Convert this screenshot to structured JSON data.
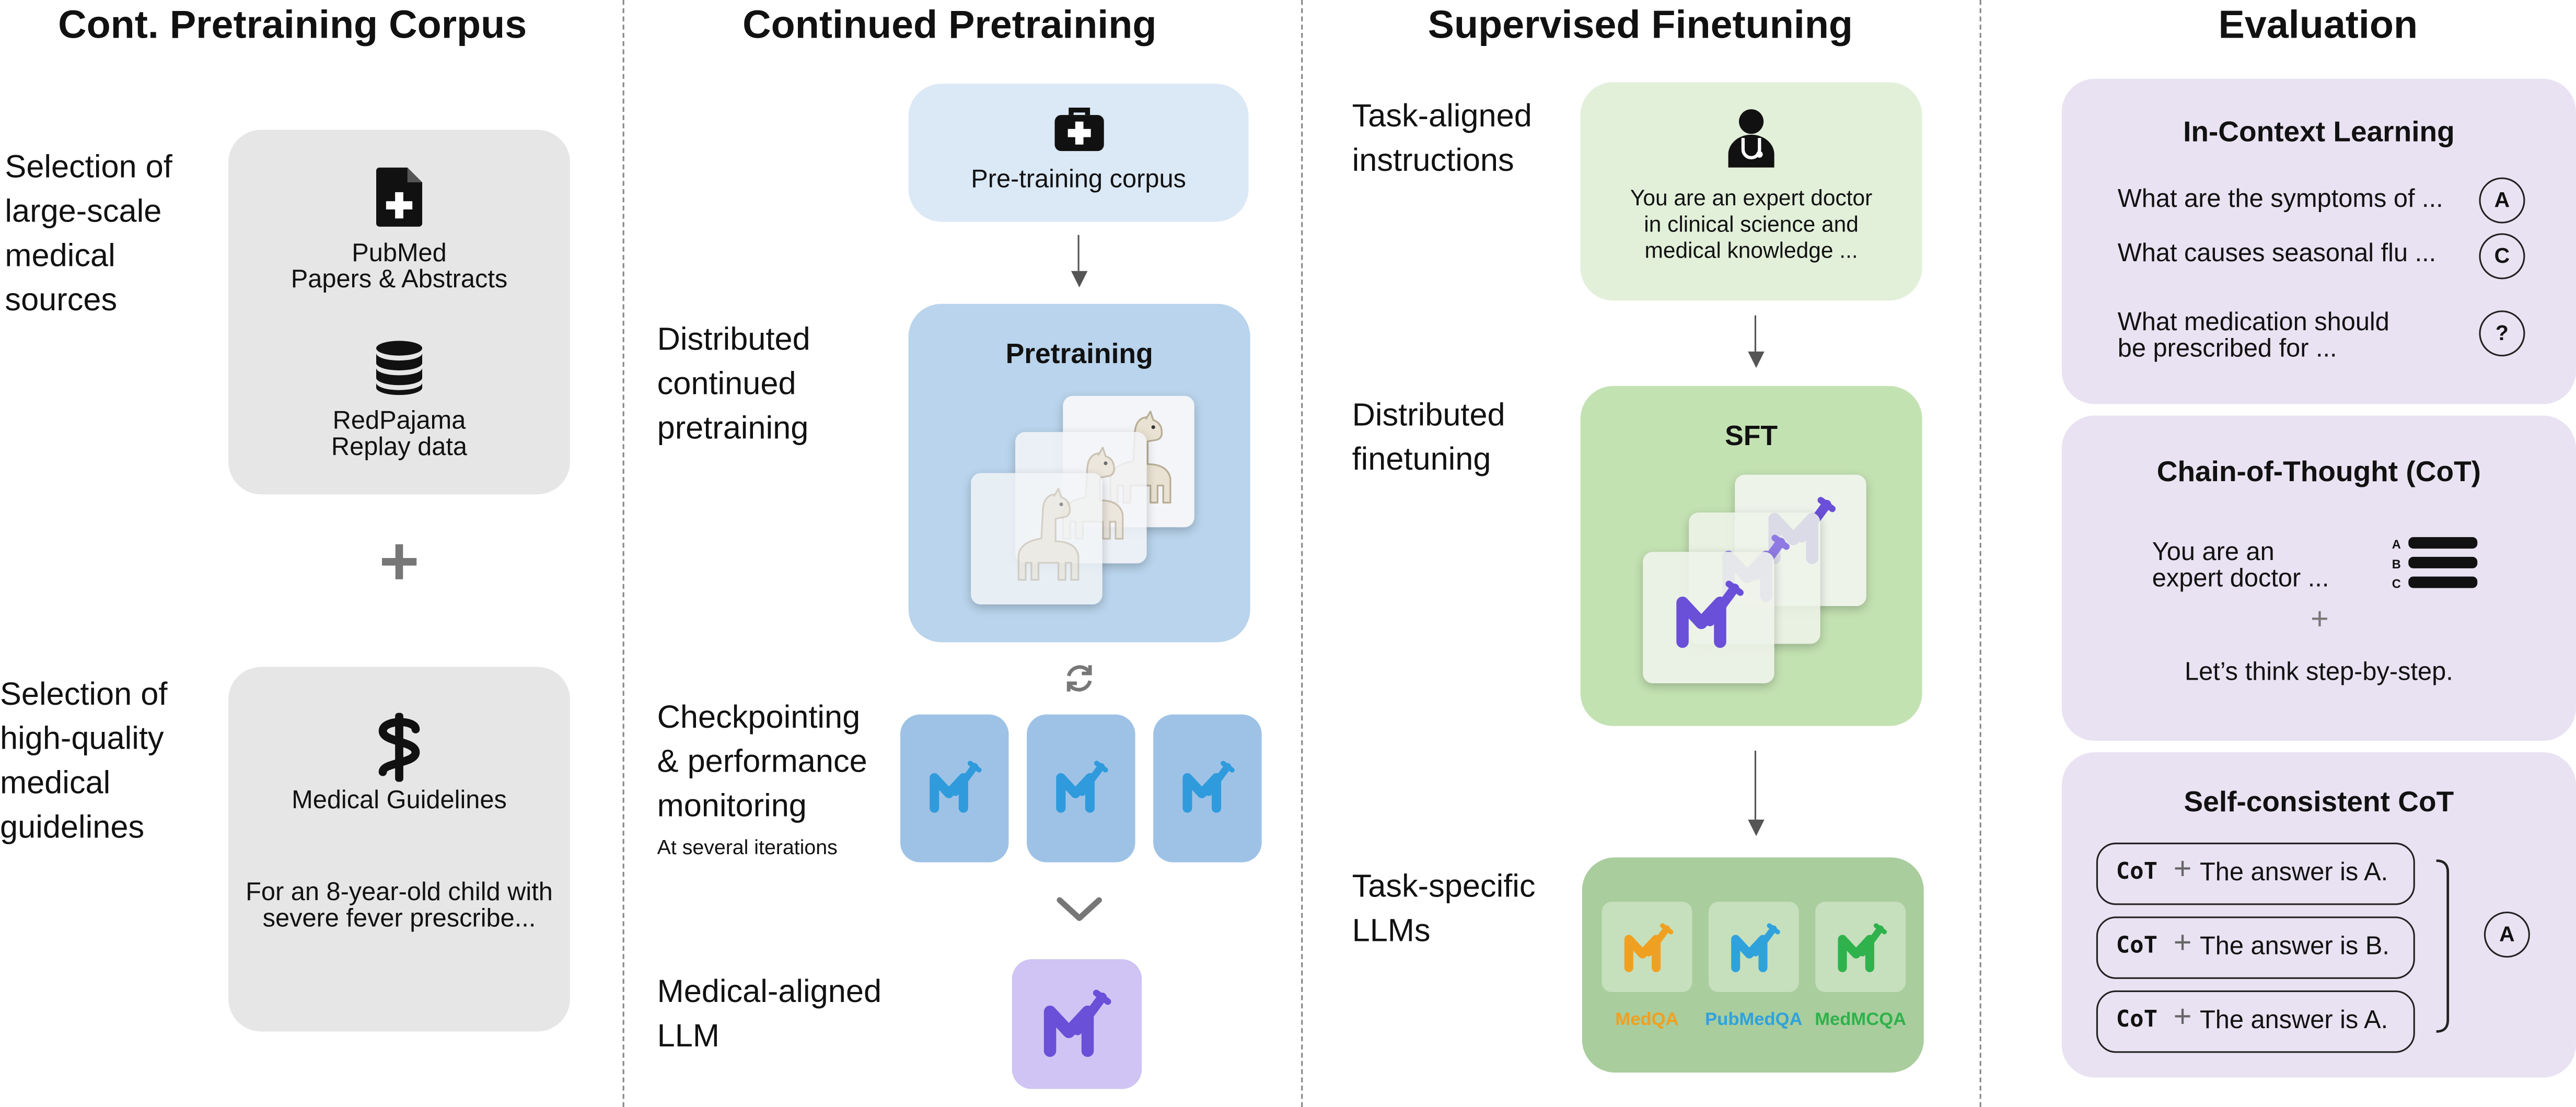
{
  "columns": {
    "corpus": {
      "title": "Cont. Pretraining Corpus",
      "section1_label": [
        "Selection of",
        "large-scale",
        "medical",
        "sources"
      ],
      "pubmed": [
        "PubMed",
        "Papers & Abstracts"
      ],
      "redpajama": [
        "RedPajama",
        "Replay data"
      ],
      "plus": "+",
      "section2_label": [
        "Selection of",
        "high-quality",
        "medical",
        "guidelines"
      ],
      "guidelines_title": "Medical Guidelines",
      "guidelines_example": [
        "For an 8-year-old child with",
        "severe fever prescribe..."
      ]
    },
    "pretraining": {
      "title": "Continued Pretraining",
      "corpus_box": "Pre-training corpus",
      "label1": [
        "Distributed",
        "continued",
        "pretraining"
      ],
      "box_title": "Pretraining",
      "label2": [
        "Checkpointing",
        "& performance",
        "monitoring"
      ],
      "label2_note": "At several iterations",
      "label3": [
        "Medical-aligned",
        "LLM"
      ]
    },
    "sft": {
      "title": "Supervised Finetuning",
      "label1": [
        "Task-aligned",
        "instructions"
      ],
      "instruction": [
        "You are an expert doctor",
        "in clinical science and",
        "medical knowledge ..."
      ],
      "label2": [
        "Distributed",
        "finetuning"
      ],
      "box_title": "SFT",
      "label3": [
        "Task-specific",
        "LLMs"
      ],
      "models": [
        {
          "name": "MedQA",
          "color": "#f0a020"
        },
        {
          "name": "PubMedQA",
          "color": "#2fa2dc"
        },
        {
          "name": "MedMCQA",
          "color": "#2fb24c"
        }
      ]
    },
    "evaluation": {
      "title": "Evaluation",
      "icl": {
        "title": "In-Context Learning",
        "questions": [
          {
            "text": "What are the symptoms of ...",
            "answer": "A"
          },
          {
            "text": "What causes seasonal flu ...",
            "answer": "C"
          },
          {
            "text": [
              "What medication should",
              "be prescribed for ..."
            ],
            "answer": "?"
          }
        ]
      },
      "cot": {
        "title": "Chain-of-Thought (CoT)",
        "prompt": [
          "You are an",
          "expert doctor ..."
        ],
        "options": [
          "A",
          "B",
          "C"
        ],
        "plus": "+",
        "step": "Let’s think step-by-step."
      },
      "sc_cot": {
        "title": "Self-consistent CoT",
        "rows": [
          {
            "tag": "CoT",
            "plus": "+",
            "answer": "The answer is A."
          },
          {
            "tag": "CoT",
            "plus": "+",
            "answer": "The answer is B."
          },
          {
            "tag": "CoT",
            "plus": "+",
            "answer": "The answer is A."
          }
        ],
        "final": "A"
      }
    }
  },
  "colors": {
    "gray_card": "#e6e6e6",
    "light_blue": "#dbe8f6",
    "blue": "#b9d4ec",
    "checkpoint_blue": "#9ec2e6",
    "light_green": "#e2f0da",
    "green": "#c3e2b2",
    "sage": "#a9cd9d",
    "lavender": "#e9e2f2",
    "model_purple": "#6a4fd8",
    "model_blue": "#2f9bdc"
  }
}
